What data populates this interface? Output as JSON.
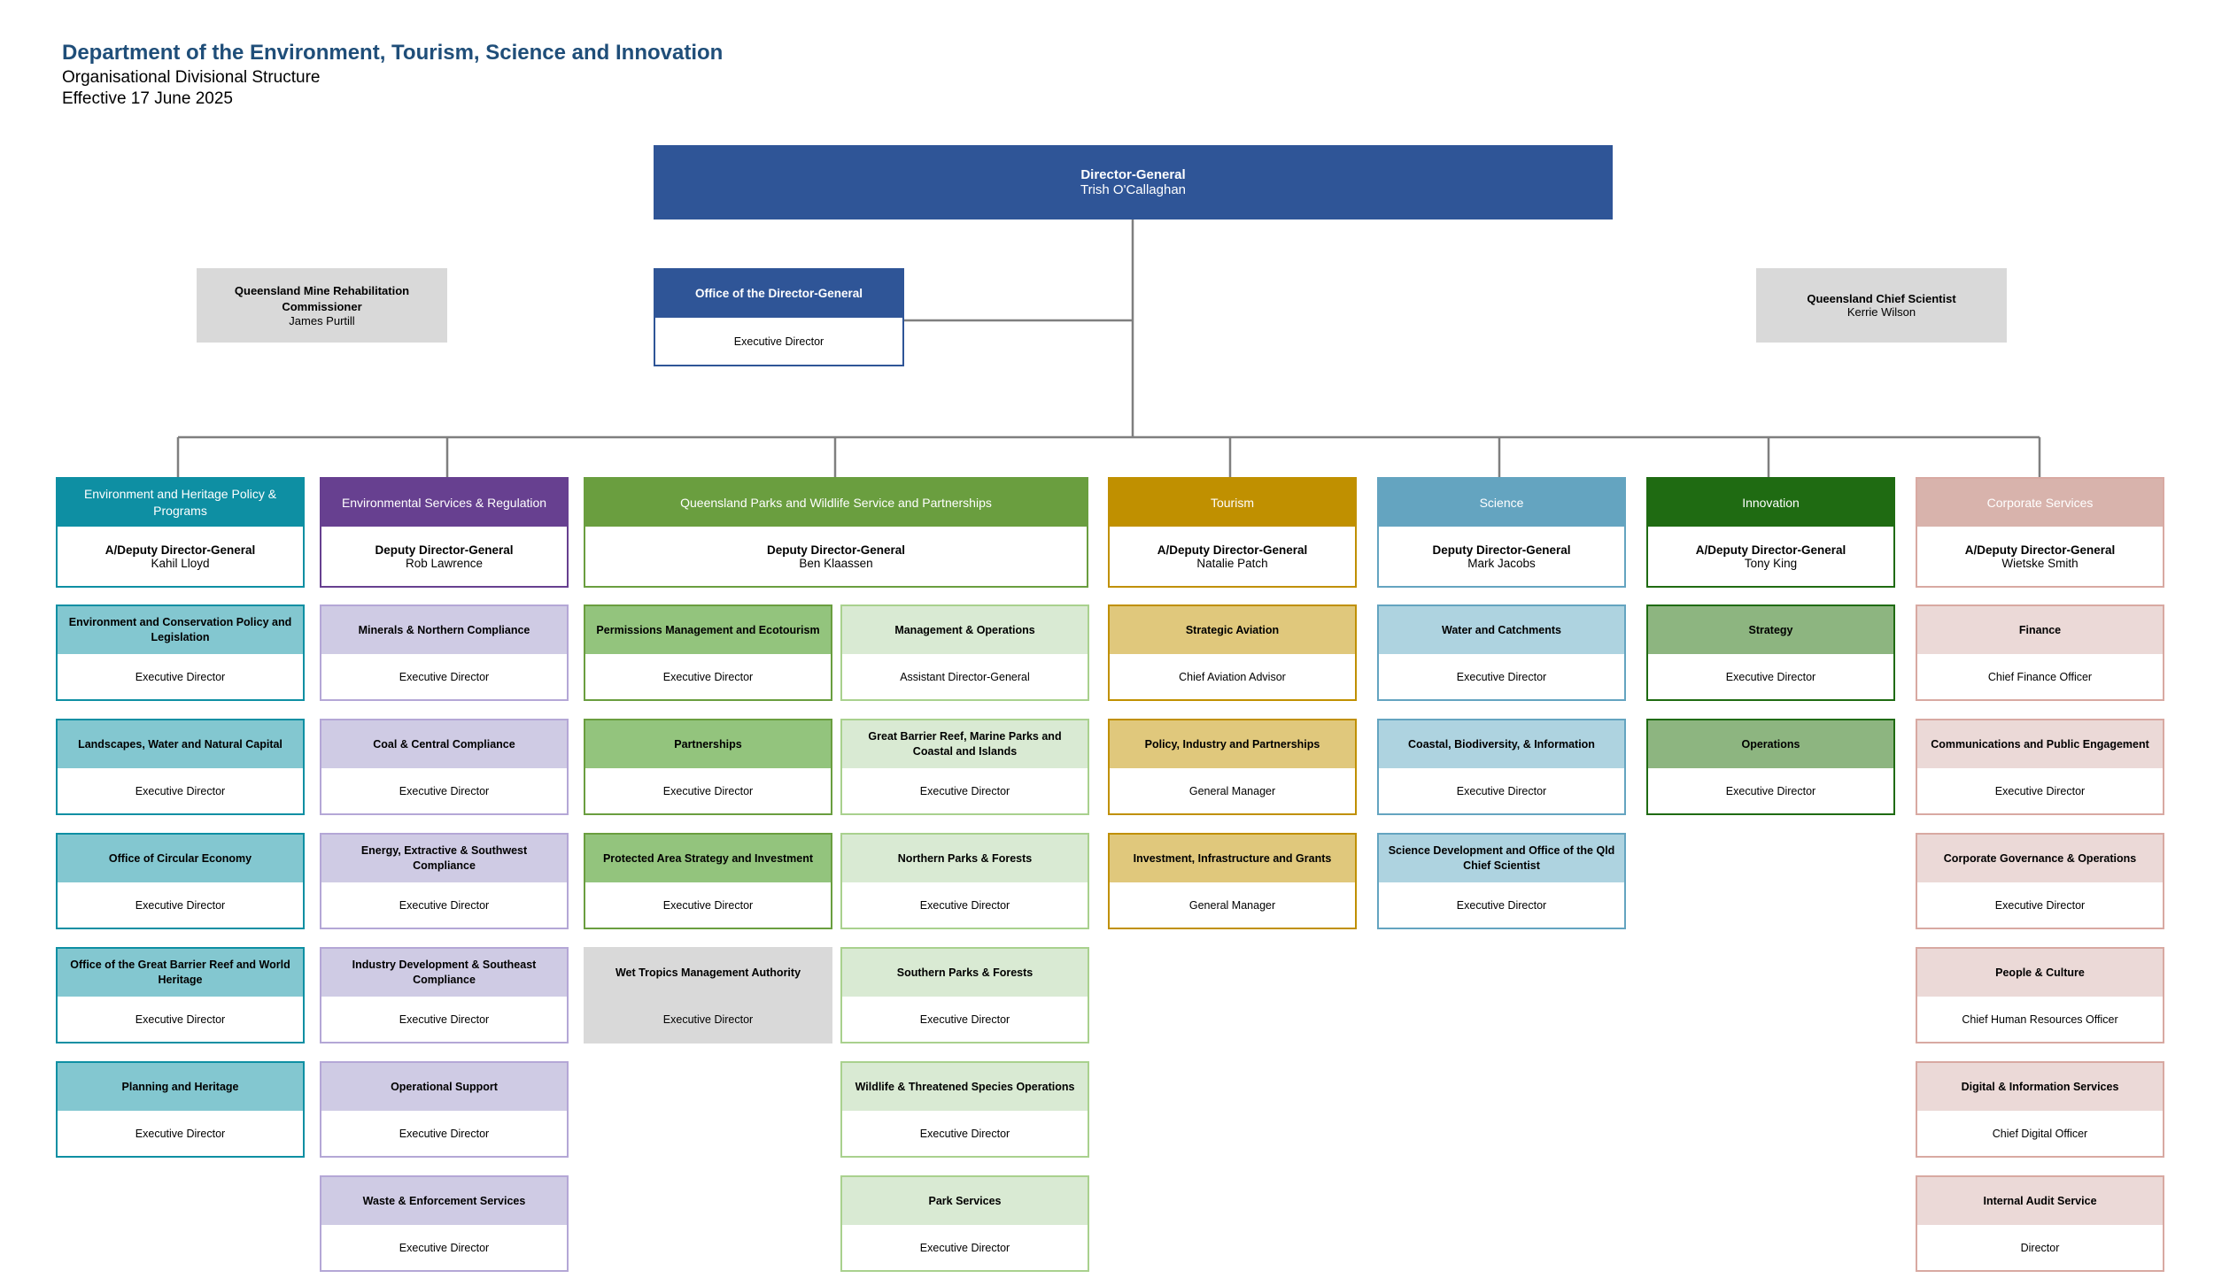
{
  "header": {
    "title": "Department of the Environment, Tourism, Science and Innovation",
    "subtitle": "Organisational Divisional Structure",
    "effective": "Effective 17 June 2025"
  },
  "director_general": {
    "title": "Director-General",
    "name": "Trish O'Callaghan"
  },
  "office_dg": {
    "title": "Office of the Director-General",
    "role": "Executive Director"
  },
  "mine_commissioner": {
    "title": "Queensland Mine Rehabilitation Commissioner",
    "name": "James Purtill"
  },
  "chief_scientist": {
    "title": "Queensland Chief Scientist",
    "name": "Kerrie Wilson"
  },
  "colors": {
    "dg": "#2f5597",
    "environment": "#0e8fa3",
    "env_services": "#674090",
    "parks": "#6a9e3f",
    "tourism": "#c09000",
    "science": "#64a4c0",
    "innovation": "#1f6b12",
    "corporate": "#d8b3ac",
    "grey": "#d9d9d9"
  },
  "divisions": [
    {
      "title": "Environment and Heritage Policy & Programs",
      "role": "A/Deputy Director-General",
      "name": "Kahil Lloyd",
      "units": [
        {
          "title": "Environment and Conservation Policy and Legislation",
          "role": "Executive Director"
        },
        {
          "title": "Landscapes, Water and Natural Capital",
          "role": "Executive Director"
        },
        {
          "title": "Office of Circular Economy",
          "role": "Executive Director"
        },
        {
          "title": "Office of the Great Barrier Reef and World Heritage",
          "role": "Executive Director"
        },
        {
          "title": "Planning and Heritage",
          "role": "Executive Director"
        }
      ]
    },
    {
      "title": "Environmental Services & Regulation",
      "role": "Deputy Director-General",
      "name": "Rob Lawrence",
      "units": [
        {
          "title": "Minerals & Northern Compliance",
          "role": "Executive Director"
        },
        {
          "title": "Coal & Central Compliance",
          "role": "Executive Director"
        },
        {
          "title": "Energy, Extractive & Southwest Compliance",
          "role": "Executive Director"
        },
        {
          "title": "Industry Development & Southeast Compliance",
          "role": "Executive Director"
        },
        {
          "title": "Operational Support",
          "role": "Executive Director"
        },
        {
          "title": "Waste & Enforcement Services",
          "role": "Executive Director"
        }
      ]
    },
    {
      "title": "Queensland Parks and Wildlife Service and Partnerships",
      "role": "Deputy Director-General",
      "name": "Ben Klaassen",
      "units_left": [
        {
          "title": "Permissions Management and Ecotourism",
          "role": "Executive Director"
        },
        {
          "title": "Partnerships",
          "role": "Executive Director"
        },
        {
          "title": "Protected Area Strategy and Investment",
          "role": "Executive Director"
        },
        {
          "title": "Wet Tropics Management Authority",
          "role": "Executive Director"
        }
      ],
      "units_right": [
        {
          "title": "Management & Operations",
          "role": "Assistant Director-General"
        },
        {
          "title": "Great Barrier Reef, Marine Parks and Coastal and Islands",
          "role": "Executive Director"
        },
        {
          "title": "Northern Parks & Forests",
          "role": "Executive Director"
        },
        {
          "title": "Southern Parks & Forests",
          "role": "Executive Director"
        },
        {
          "title": "Wildlife & Threatened Species Operations",
          "role": "Executive Director"
        },
        {
          "title": "Park Services",
          "role": "Executive Director"
        }
      ]
    },
    {
      "title": "Tourism",
      "role": "A/Deputy Director-General",
      "name": "Natalie Patch",
      "units": [
        {
          "title": "Strategic Aviation",
          "role": "Chief Aviation Advisor"
        },
        {
          "title": "Policy, Industry and Partnerships",
          "role": "General Manager"
        },
        {
          "title": "Investment, Infrastructure and Grants",
          "role": "General Manager"
        }
      ]
    },
    {
      "title": "Science",
      "role": "Deputy Director-General",
      "name": "Mark Jacobs",
      "units": [
        {
          "title": "Water and Catchments",
          "role": "Executive Director"
        },
        {
          "title": "Coastal, Biodiversity, & Information",
          "role": "Executive Director"
        },
        {
          "title": "Science Development and Office of the Qld Chief Scientist",
          "role": "Executive Director"
        }
      ]
    },
    {
      "title": "Innovation",
      "role": "A/Deputy Director-General",
      "name": "Tony King",
      "units": [
        {
          "title": "Strategy",
          "role": "Executive Director"
        },
        {
          "title": "Operations",
          "role": "Executive Director"
        }
      ]
    },
    {
      "title": "Corporate Services",
      "role": "A/Deputy Director-General",
      "name": "Wietske Smith",
      "units": [
        {
          "title": "Finance",
          "role": "Chief Finance Officer"
        },
        {
          "title": "Communications and Public Engagement",
          "role": "Executive Director"
        },
        {
          "title": "Corporate Governance & Operations",
          "role": "Executive Director"
        },
        {
          "title": "People & Culture",
          "role": "Chief Human Resources Officer"
        },
        {
          "title": "Digital & Information Services",
          "role": "Chief Digital Officer"
        },
        {
          "title": "Internal Audit Service",
          "role": "Director"
        }
      ]
    }
  ]
}
